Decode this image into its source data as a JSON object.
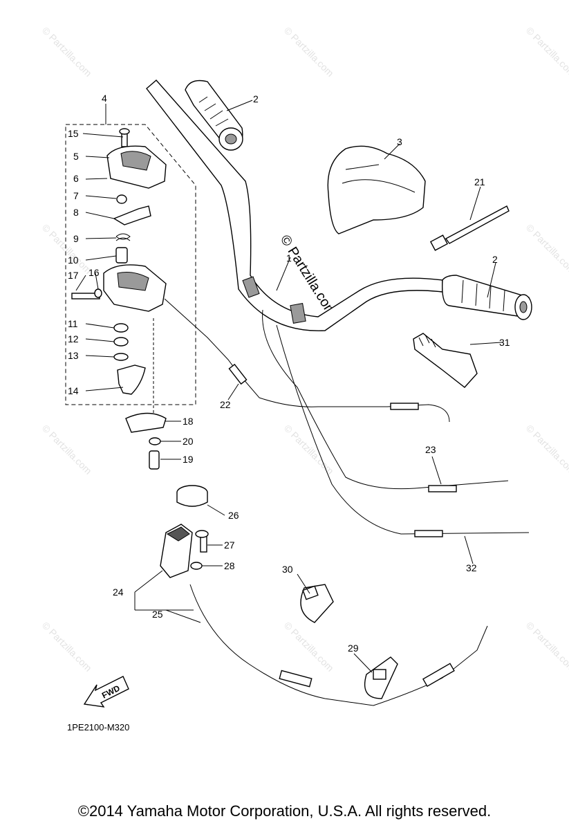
{
  "diagram_code": "1PE2100-M320",
  "fwd_label": "FWD",
  "watermark": "© Partzilla.com",
  "copyright": "©2014 Yamaha Motor Corporation, U.S.A. All rights reserved.",
  "callouts": [
    "1",
    "2",
    "2",
    "3",
    "4",
    "5",
    "6",
    "7",
    "8",
    "9",
    "10",
    "11",
    "12",
    "13",
    "14",
    "15",
    "16",
    "17",
    "18",
    "19",
    "20",
    "21",
    "22",
    "23",
    "24",
    "25",
    "26",
    "27",
    "28",
    "29",
    "30",
    "31",
    "32"
  ]
}
